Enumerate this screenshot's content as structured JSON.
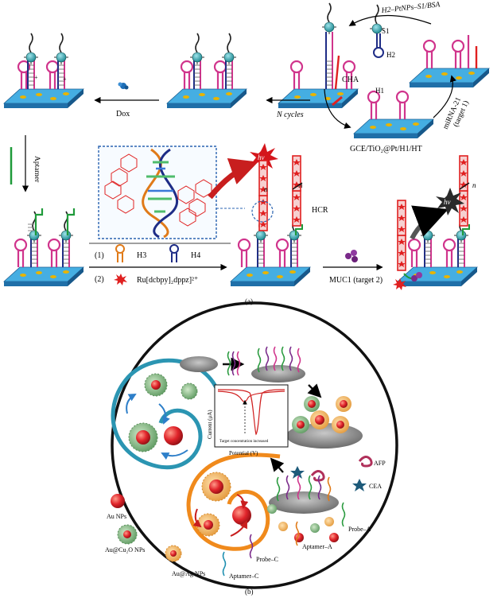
{
  "panel_a": {
    "caption": "(a)",
    "step_h2_label": "H2–PtNPs–S1/BSA",
    "s1": "S1",
    "h2": "H2",
    "cha": "CHA",
    "h1": "H1",
    "electrode": "GCE/TiO₂@Pt/H1/HT",
    "n_cycles": "N cycles",
    "dox": "Dox",
    "aptamer": "Aptamer",
    "mirna_line1": "miRNA-21",
    "mirna_line2": "(target 1)",
    "hcr": "HCR",
    "hv": "hν",
    "n": "n",
    "legend_1_num": "(1)",
    "legend_h3": "H3",
    "legend_h4": "H4",
    "legend_2_num": "(2)",
    "legend_ru": "Ru[dcbpy]₂dppz]²⁺",
    "muc1": "MUC1 (target 2)"
  },
  "panel_b": {
    "caption": "(b)",
    "ylabel": "Current (μA)",
    "xlabel": "Potential (V)",
    "inset_note": "Target concentration increased",
    "legend_au_nps": "Au NPs",
    "legend_au_cu2o": "Au@Cu₂O NPs",
    "legend_au_ag": "Au@Ag NPs",
    "legend_aptamer_c": "Aptamer–C",
    "legend_probe_c": "Probe–C",
    "legend_aptamer_a": "Aptamer–A",
    "legend_probe_a": "Probe–A",
    "legend_cea": "CEA",
    "legend_afp": "AFP"
  },
  "colors": {
    "electrode_top": "#3fa9df",
    "electrode_side": "#1f6fa8",
    "hairpin_pink": "#d0348c",
    "hairpin_navy": "#1e2c86",
    "hairpin_red": "#e02020",
    "aptamer_green": "#1f9a3a",
    "nanoparticle_teal": "#2c9ea6",
    "muc1_purple": "#7a2a8a",
    "ring_teal": "#2b95b2",
    "ring_orange": "#f08a1c",
    "au_red": "#d8202a"
  }
}
